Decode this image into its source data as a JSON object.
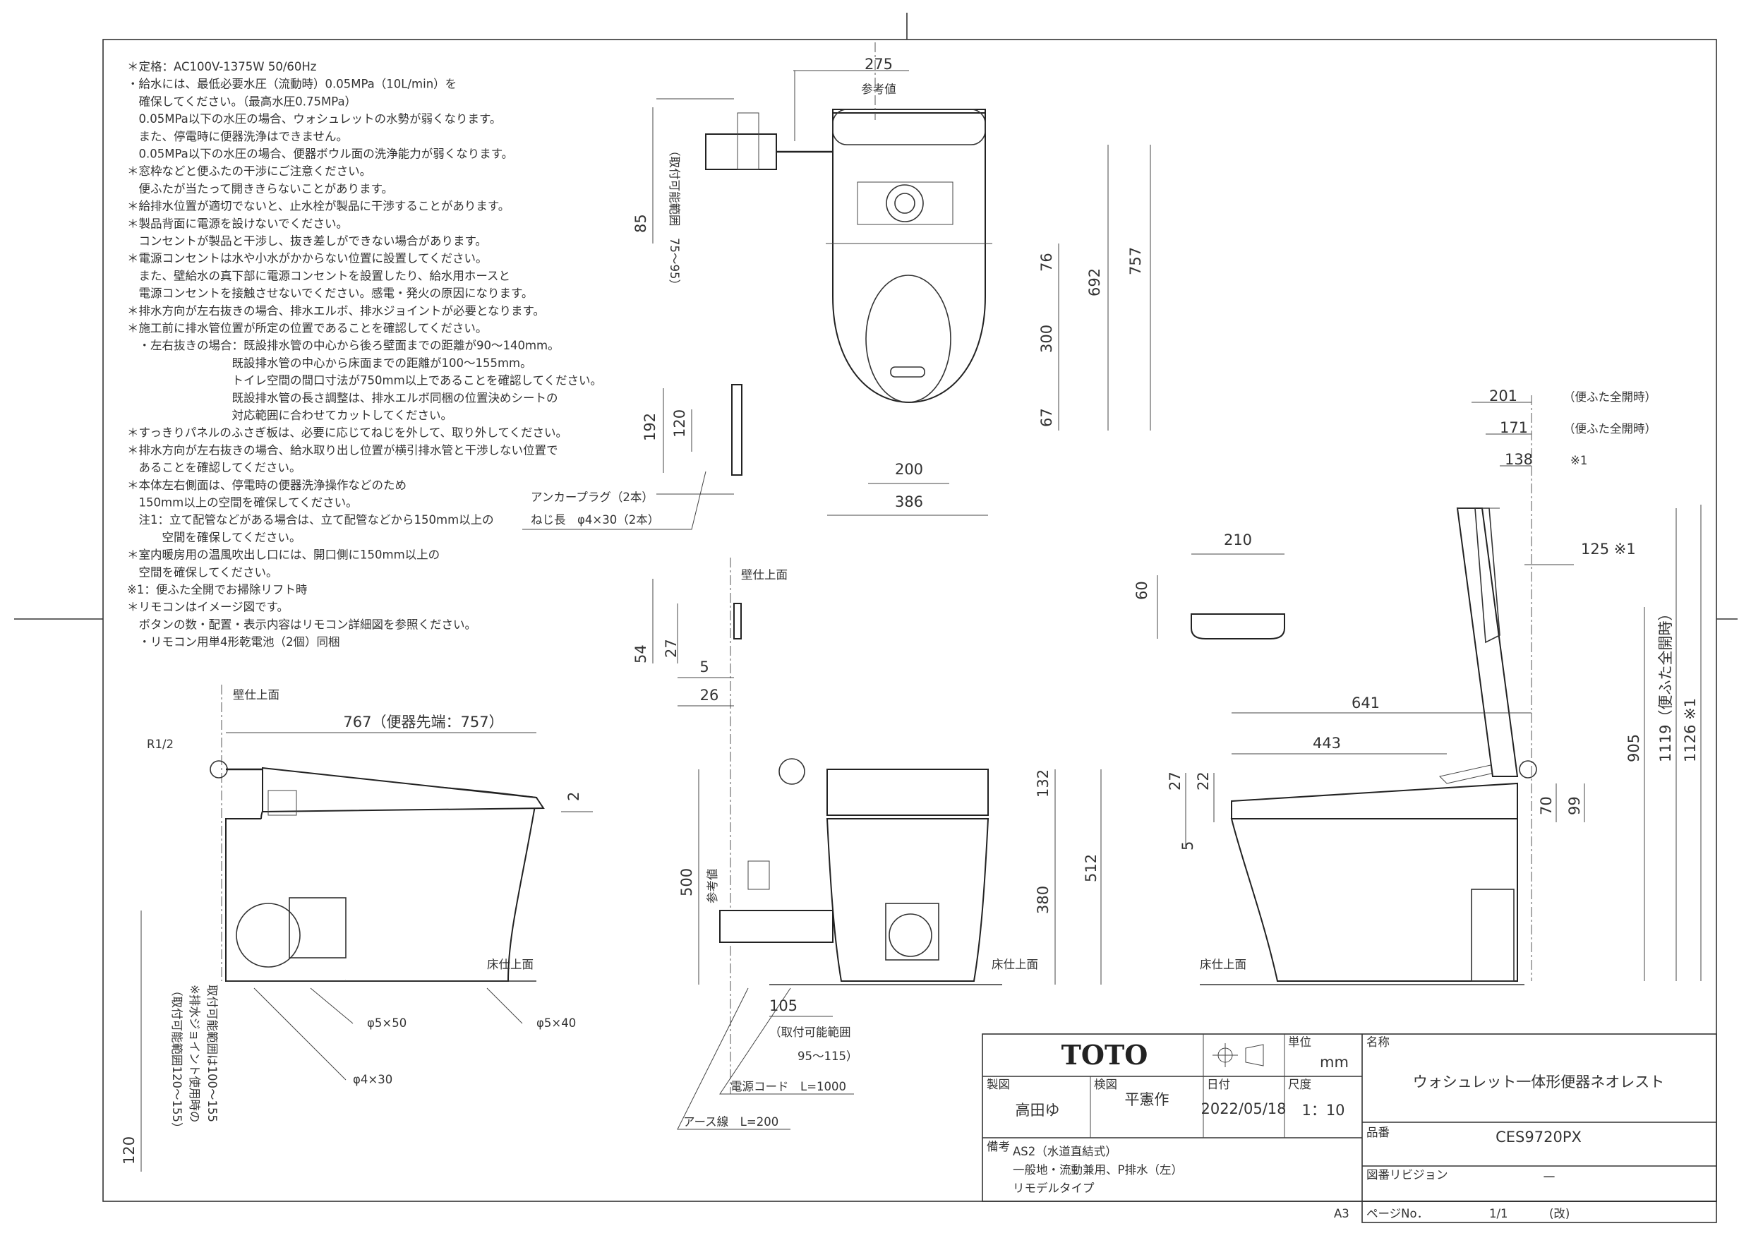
{
  "notes": [
    "＊定格：AC100V-1375W 50/60Hz",
    "・給水には、最低必要水圧（流動時）0.05MPa（10L/min）を",
    "　確保してください。（最高水圧0.75MPa）",
    "　0.05MPa以下の水圧の場合、ウォシュレットの水勢が弱くなります。",
    "　また、停電時に便器洗浄はできません。",
    "　0.05MPa以下の水圧の場合、便器ボウル面の洗浄能力が弱くなります。",
    "＊窓枠などと便ふたの干渉にご注意ください。",
    "　便ふたが当たって開ききらないことがあります。",
    "＊給排水位置が適切でないと、止水栓が製品に干渉することがあります。",
    "＊製品背面に電源を設けないでください。",
    "　コンセントが製品と干渉し、抜き差しができない場合があります。",
    "＊電源コンセントは水や小水がかからない位置に設置してください。",
    "　また、壁給水の真下部に電源コンセントを設置したり、給水用ホースと",
    "　電源コンセントを接触させないでください。感電・発火の原因になります。",
    "＊排水方向が左右抜きの場合、排水エルボ、排水ジョイントが必要となります。",
    "＊施工前に排水管位置が所定の位置であることを確認してください。",
    "　・左右抜きの場合：既設排水管の中心から後ろ壁面までの距離が90～140mm。",
    "　　　　　　　　　既設排水管の中心から床面までの距離が100～155mm。",
    "　　　　　　　　　トイレ空間の間口寸法が750mm以上であることを確認してください。",
    "　　　　　　　　　既設排水管の長さ調整は、排水エルボ同梱の位置決めシートの",
    "　　　　　　　　　対応範囲に合わせてカットしてください。",
    "＊すっきりパネルのふさぎ板は、必要に応じてねじを外して、取り外してください。",
    "＊排水方向が左右抜きの場合、給水取り出し位置が横引排水管と干渉しない位置で",
    "　あることを確認してください。",
    "＊本体左右側面は、停電時の便器洗浄操作などのため",
    "　150mm以上の空間を確保してください。",
    "　注1：立て配管などがある場合は、立て配管などから150mm以上の",
    "　　　空間を確保してください。",
    "＊室内暖房用の温風吹出し口には、開口側に150mm以上の",
    "　空間を確保してください。",
    "※1：便ふた全開でお掃除リフト時",
    "＊リモコンはイメージ図です。",
    "　ボタンの数・配置・表示内容はリモコン詳細図を参照ください。",
    "　・リモコン用単4形乾電池（2個）同梱"
  ],
  "top_view": {
    "dims": {
      "width_top": "275",
      "ref": "参考値",
      "range_85": "85",
      "range_label": "（取付可能範囲　75～95）",
      "d757": "757",
      "d692": "692",
      "d76": "76",
      "d300": "300",
      "d67": "67",
      "d200": "200",
      "d386": "386",
      "d192": "192",
      "d120": "120"
    },
    "anchor_label_1": "アンカープラグ（2本）",
    "anchor_label_2": "ねじ長　φ4×30（2本）"
  },
  "remote_view": {
    "wall_label": "壁仕上面",
    "d54": "54",
    "d27": "27",
    "d5": "5",
    "d26": "26",
    "w210": "210",
    "h60": "60"
  },
  "side_view": {
    "wall_label": "壁仕上面",
    "r12": "R1/2",
    "d767": "767（便器先端：757）",
    "d2": "2",
    "floor_label": "床仕上面",
    "screw_a": "φ5×50",
    "screw_b": "φ5×40",
    "screw_c": "φ4×30",
    "range_v1": "（取付可能範囲120～155）",
    "range_v2": "※排水ジョイント使用時の",
    "range_v3": "取付可能範囲は100～155",
    "d120": "120"
  },
  "front_view": {
    "d500": "500",
    "ref": "参考値",
    "d132": "132",
    "d512": "512",
    "d380": "380",
    "d105": "105",
    "range": "（取付可能範囲",
    "range2": "95～115）",
    "floor_label": "床仕上面",
    "cord": "電源コード　L=1000",
    "earth": "アース線　L=200"
  },
  "right_view": {
    "d201": "201",
    "d171": "171",
    "d138": "138",
    "lid1": "（便ふた全開時）",
    "lid2": "（便ふた全開時）",
    "mark1": "※1",
    "d125": "125 ※1",
    "d641": "641",
    "d443": "443",
    "d27": "27",
    "d22": "22",
    "d5": "5",
    "d70": "70",
    "d99": "99",
    "d905": "905",
    "d1119": "1119（便ふた全開時）",
    "d1126": "1126 ※1",
    "floor_label": "床仕上面"
  },
  "title_block": {
    "logo": "TOTO",
    "unit_label": "単位",
    "unit": "mm",
    "name_label": "名称",
    "product_name": "ウォシュレット一体形便器ネオレスト",
    "drawer_label": "製図",
    "drawer": "高田ゆ",
    "checker_label": "検図",
    "checker": "平憲作",
    "date_label": "日付",
    "date": "2022/05/18",
    "scale_label": "尺度",
    "scale": "1：10",
    "model_label": "品番",
    "model": "CES9720PX",
    "remarks_label": "備考",
    "remarks_1": "AS2（水道直結式）",
    "remarks_2": "一般地・流動兼用、P排水（左）",
    "remarks_3": "リモデルタイプ",
    "revision_label": "図番リビジョン",
    "revision": "－",
    "paper": "A3",
    "page_label": "ページNo．",
    "page": "1/1",
    "page_suffix": "(改)"
  }
}
